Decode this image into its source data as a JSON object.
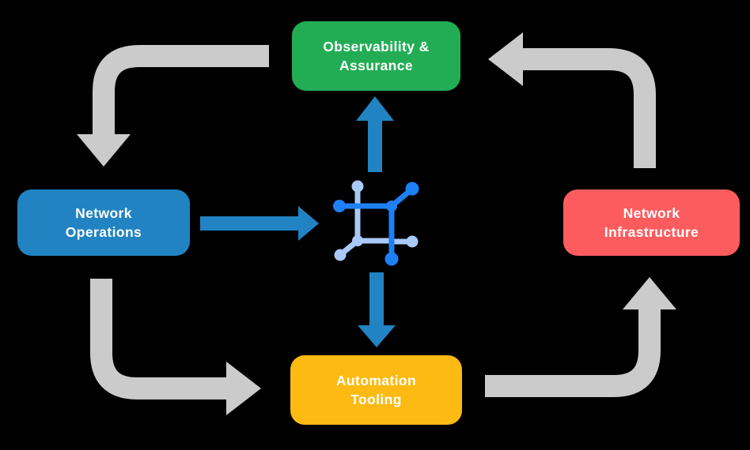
{
  "diagram": {
    "nodes": {
      "observability": {
        "label": "Observability &\nAssurance",
        "color": "#22AD55"
      },
      "operations": {
        "label": "Network\nOperations",
        "color": "#2183C2"
      },
      "infrastructure": {
        "label": "Network\nInfrastructure",
        "color": "#FD5C5E"
      },
      "automation": {
        "label": "Automation\nTooling",
        "color": "#FCBA12"
      }
    },
    "icons": {
      "center": "network-mesh-icon"
    },
    "colors": {
      "background": "#000000",
      "text": "#FFFFFF",
      "gray_arrow": "#CBCBCB",
      "blue_arrow": "#2183C2",
      "icon_dark_blue": "#1E80F5",
      "icon_light_blue": "#A9C9F8"
    }
  }
}
